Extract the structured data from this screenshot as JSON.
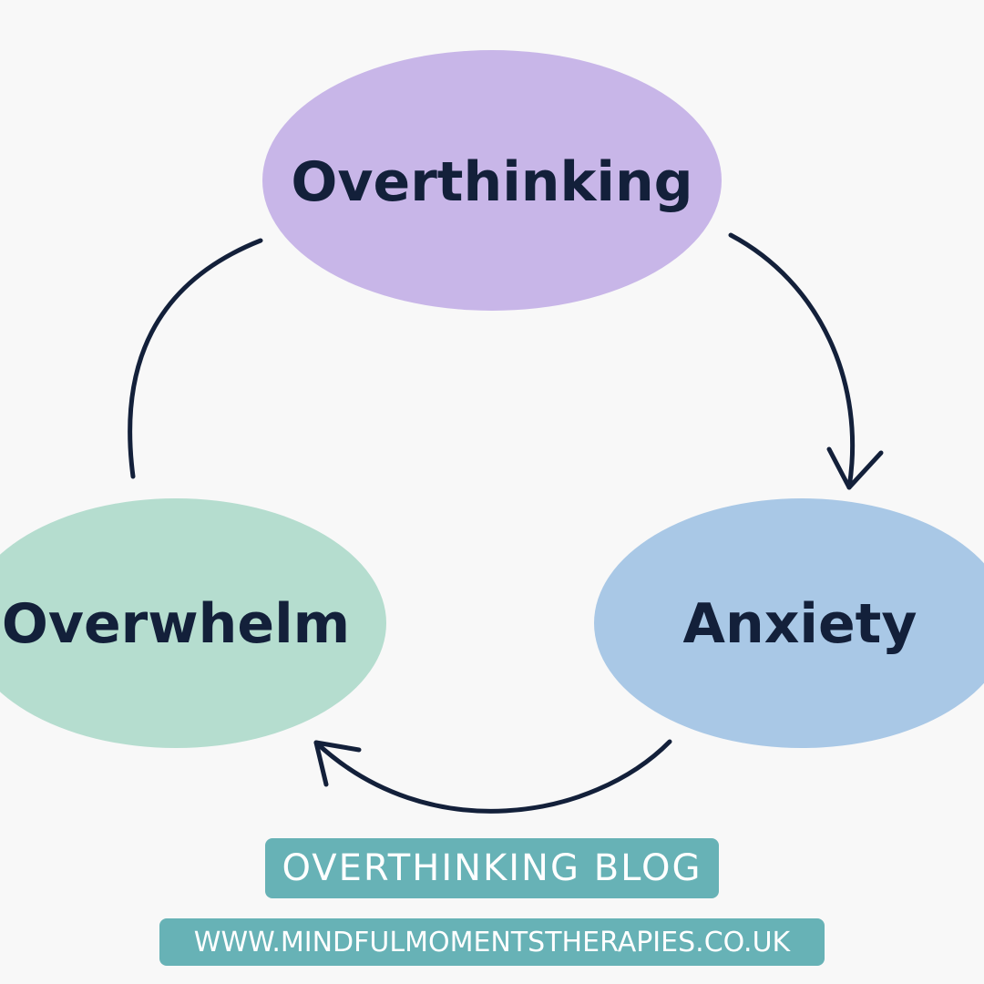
{
  "nodes": {
    "overthinking": {
      "label": "Overthinking",
      "color": "#c8b6e8"
    },
    "anxiety": {
      "label": "Anxiety",
      "color": "#a9c8e6"
    },
    "overwhelm": {
      "label": "Overwhelm",
      "color": "#b5ddcf"
    }
  },
  "edges": [
    {
      "from": "Overthinking",
      "to": "Anxiety"
    },
    {
      "from": "Anxiety",
      "to": "Overwhelm"
    },
    {
      "from": "Overwhelm",
      "to": "Overthinking"
    }
  ],
  "footer": {
    "blog_label": "OVERTHINKING BLOG",
    "website": "WWW.MINDFULMOMENTSTHERAPIES.CO.UK"
  },
  "colors": {
    "arrow": "#13203a",
    "text": "#13203a",
    "tag_background": "#67b2b6",
    "page_background": "#f8f8f8"
  }
}
